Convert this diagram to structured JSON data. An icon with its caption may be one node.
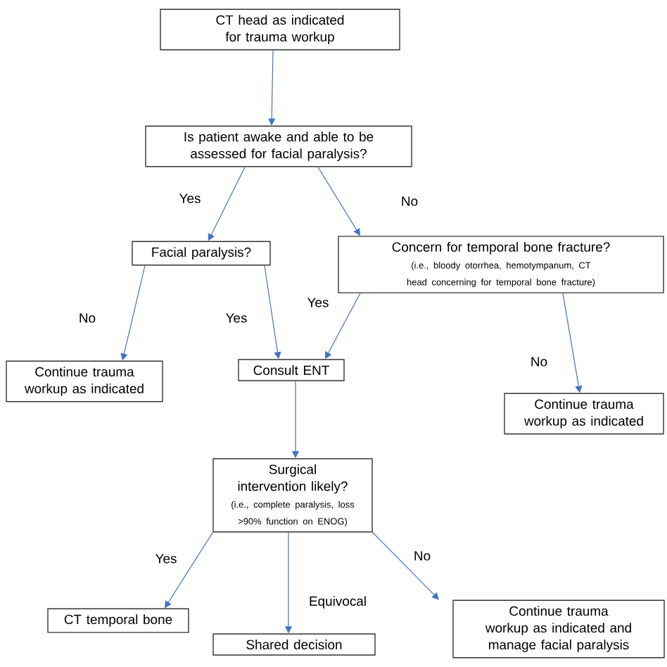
{
  "diagram": {
    "nodes": [
      {
        "text": [
          "CT head as indicated for trauma workup"
        ]
      },
      {
        "text": [
          "Is patient awake and able to be assessed for facial paralysis?"
        ]
      },
      {
        "text": [
          "Facial paralysis?"
        ]
      },
      {
        "text": [
          "Concern for temporal bone fracture?",
          "(i.e., bloody otorrhea, hemotympanum, CT head concerning for temporal bone fracture)"
        ]
      },
      {
        "text": [
          "Continue trauma workup as indicated"
        ]
      },
      {
        "text": [
          "Consult ENT"
        ]
      },
      {
        "text": [
          "Continue trauma workup as indicated"
        ]
      },
      {
        "text": [
          "Surgical intervention likely?",
          "(i.e., complete paralysis, loss >90% function on ENOG)"
        ]
      },
      {
        "text": [
          "CT temporal bone"
        ]
      },
      {
        "text": [
          "Shared decision"
        ]
      },
      {
        "text": [
          "Continue trauma workup as indicated and manage facial paralysis"
        ]
      }
    ],
    "edges": [
      {
        "from": 0,
        "to": 1,
        "arrow": "to"
      },
      {
        "from": 1,
        "to": 2,
        "arrow": "to",
        "label": "Yes"
      },
      {
        "from": 1,
        "to": 3,
        "arrow": "to",
        "label": "No"
      },
      {
        "from": 2,
        "to": 4,
        "arrow": "to",
        "label": "No"
      },
      {
        "from": 2,
        "to": 5,
        "arrow": "to",
        "label": "Yes"
      },
      {
        "from": 3,
        "to": 5,
        "arrow": "to",
        "label": "Yes"
      },
      {
        "from": 3,
        "to": 6,
        "arrow": "to",
        "label": "No"
      },
      {
        "from": 5,
        "to": 7,
        "arrow": "to"
      },
      {
        "from": 7,
        "to": 8,
        "arrow": "to",
        "label": "Yes"
      },
      {
        "from": 7,
        "to": 9,
        "arrow": "to",
        "label": "Equivocal"
      },
      {
        "from": 7,
        "to": 10,
        "arrow": "to",
        "label": "No"
      }
    ]
  }
}
